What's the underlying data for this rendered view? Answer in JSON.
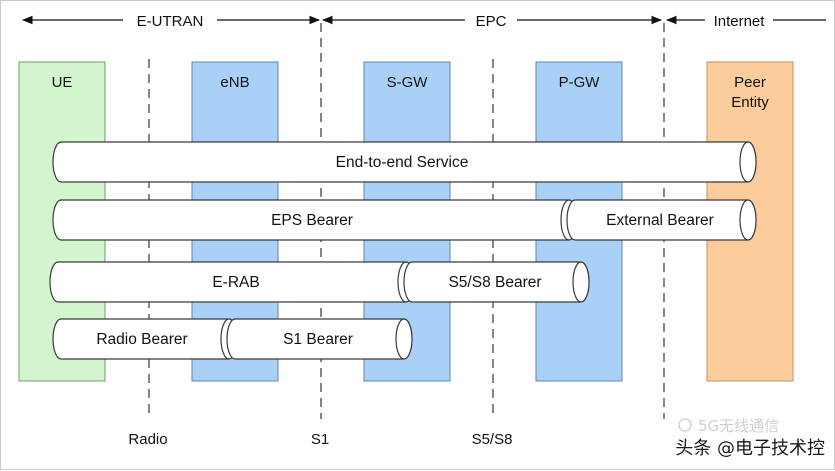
{
  "domains": {
    "e_utran": "E-UTRAN",
    "epc": "EPC",
    "internet": "Internet"
  },
  "nodes": {
    "ue": "UE",
    "enb": "eNB",
    "sgw": "S-GW",
    "pgw": "P-GW",
    "peer_line1": "Peer",
    "peer_line2": "Entity"
  },
  "bearers": {
    "end_to_end": "End-to-end Service",
    "eps": "EPS Bearer",
    "external": "External Bearer",
    "erab": "E-RAB",
    "s5s8": "S5/S8 Bearer",
    "radio": "Radio Bearer",
    "s1": "S1 Bearer"
  },
  "interfaces": {
    "radio": "Radio",
    "s1": "S1",
    "s5s8": "S5/S8"
  },
  "watermark": {
    "line1": "5G无线通信",
    "line2": "头条 @电子技术控"
  },
  "colors": {
    "ue_fill": "#d2f5cd",
    "ue_stroke": "#6f9e6a",
    "node_fill": "#a9d0f7",
    "node_stroke": "#5f86ad",
    "peer_fill": "#fccc9d",
    "peer_stroke": "#bf9061",
    "pipe_fill": "#ffffff",
    "pipe_stroke": "#3a3a3a"
  }
}
